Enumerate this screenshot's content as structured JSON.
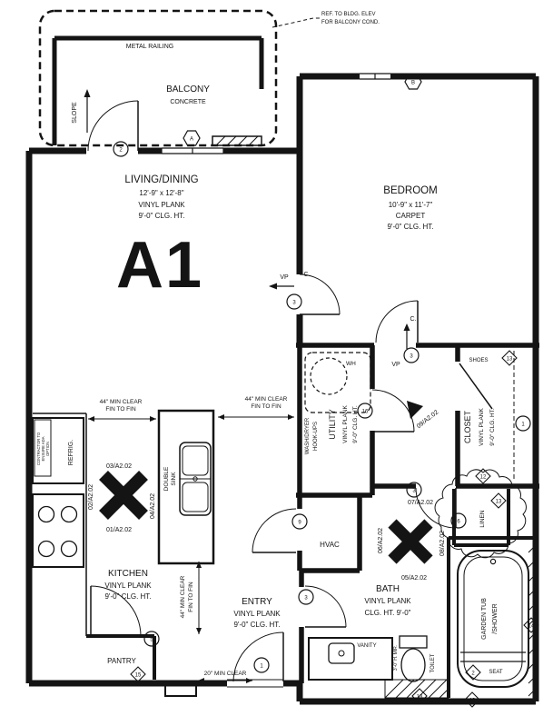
{
  "unit": {
    "name": "A1"
  },
  "note_topright": {
    "line1": "REF. TO BLDG. ELEV",
    "line2": "FOR BALCONY COND."
  },
  "balcony": {
    "name": "BALCONY",
    "material": "CONCRETE",
    "railing": "METAL RAILING",
    "slope": "SLOPE"
  },
  "living": {
    "name": "LIVING/DINING",
    "dims": "12'-9\" x 12'-8\"",
    "floor": "VINYL PLANK",
    "ceiling": "9'-0\" CLG. HT."
  },
  "bedroom": {
    "name": "BEDROOM",
    "dims": "10'-9\" x 11'-7\"",
    "floor": "CARPET",
    "ceiling": "9'-0\" CLG. HT."
  },
  "transition": {
    "vp": "VP",
    "carpet": "C."
  },
  "utility": {
    "name": "UTILITY",
    "floor": "VINYL PLANK",
    "ceiling": "9'-0\" CLG. HT.",
    "hookups1": "WASH/DRYER",
    "hookups2": "HOOK-UPS",
    "water_heater": "WH"
  },
  "closet": {
    "name": "CLOSET",
    "floor": "VINYL PLANK",
    "ceiling": "9'-0\" CLG. HT.",
    "shoes": "SHOES"
  },
  "kitchen": {
    "name": "KITCHEN",
    "floor": "VINYL PLANK",
    "ceiling": "9'-0\" CLG. HT.",
    "refrigerator": "REFRIG.",
    "pantry": "PANTRY",
    "sink1": "DOUBLE",
    "sink2": "SINK",
    "note1": "CONTRACTOR TO",
    "note2": "ENSURE ADA",
    "note3": "OPTION"
  },
  "entry": {
    "name": "ENTRY",
    "floor": "VINYL PLANK",
    "ceiling": "9'-0\" CLG. HT."
  },
  "hvac": {
    "name": "HVAC"
  },
  "bath": {
    "name": "BATH",
    "floor": "VINYL PLANK",
    "ceiling": "CLG. HT. 9'-0\"",
    "vanity": "VANITY",
    "mirror": "3'-0\" H. MIR.",
    "toilet": "TOILET",
    "linen": "LINEN",
    "tub1": "GARDEN TUB",
    "tub2": "/SHOWER",
    "seat": "SEAT"
  },
  "dims": {
    "clear44a": "44\" MIN CLEAR",
    "clear44b": "FIN TO FIN",
    "clear20": "20\" MIN CLEAR"
  },
  "details": {
    "d01": "01/A2.02",
    "d02": "02/A2.02",
    "d03": "03/A2.02",
    "d04": "04/A2.02",
    "d05": "05/A2.02",
    "d06": "06/A2.02",
    "d07": "07/A2.02",
    "d08": "08/A2.02",
    "d09": "09/A2.02"
  },
  "keynotes": {
    "n1": "1",
    "n2": "2",
    "n3": "3",
    "n5": "5",
    "n6": "6",
    "n9": "9",
    "n12": "12",
    "n13": "13",
    "n14": "14",
    "n15": "15",
    "n16": "16"
  },
  "elevations": {
    "a": "A",
    "b": "B"
  }
}
